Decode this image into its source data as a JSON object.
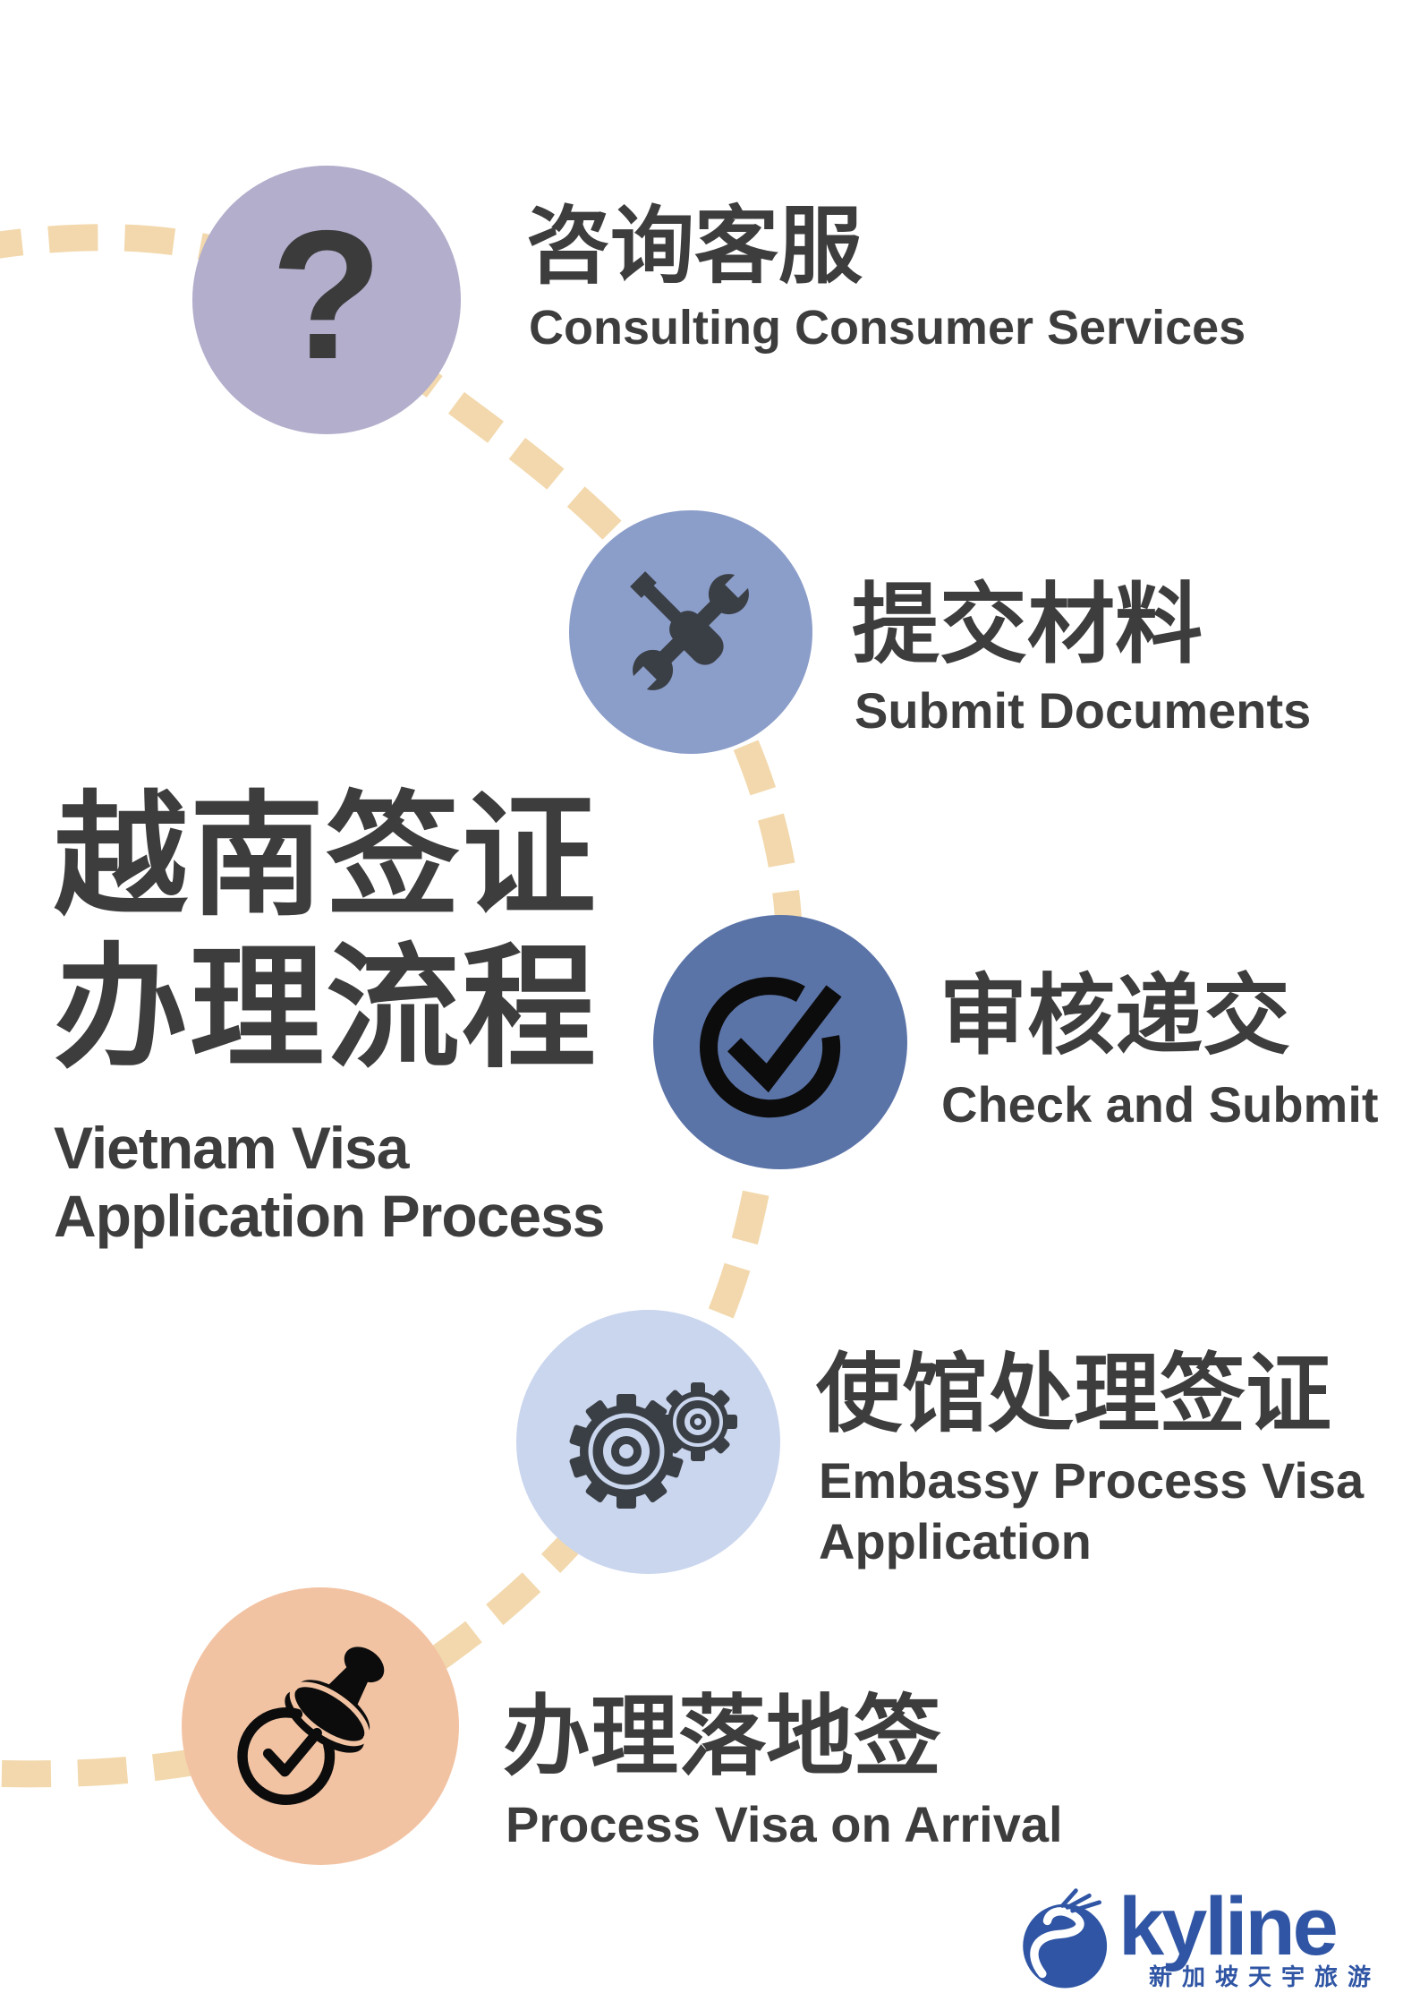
{
  "title": {
    "zh_line1": "越南签证",
    "zh_line2": "办理流程",
    "en_line1": "Vietnam Visa",
    "en_line2": "Application Process"
  },
  "steps": [
    {
      "zh": "咨询客服",
      "en": "Consulting Consumer Services",
      "icon": "question-mark-icon",
      "glyph": "?",
      "color": "#B2AECC"
    },
    {
      "zh": "提交材料",
      "en": "Submit Documents",
      "icon": "tools-icon",
      "color": "#8B9DC9"
    },
    {
      "zh": "审核递交",
      "en": "Check and Submit",
      "icon": "check-circle-icon",
      "color": "#5B74A8"
    },
    {
      "zh": "使馆处理签证",
      "en_line1": "Embassy Process Visa",
      "en_line2": "Application",
      "icon": "gears-icon",
      "color": "#CAD6EE"
    },
    {
      "zh": "办理落地签",
      "en": "Process Visa on Arrival",
      "icon": "stamp-icon",
      "color": "#F2C3A3"
    }
  ],
  "connector": {
    "color": "#F2D8AC"
  },
  "colors": {
    "text": "#3D3D3D",
    "icon_dark": "#3A3F46",
    "icon_black": "#0C0C0C"
  },
  "logo": {
    "brand": "Skyline",
    "brand_rest": "kyline",
    "subtitle": "新加坡天宇旅游",
    "color": "#2F55A4"
  }
}
